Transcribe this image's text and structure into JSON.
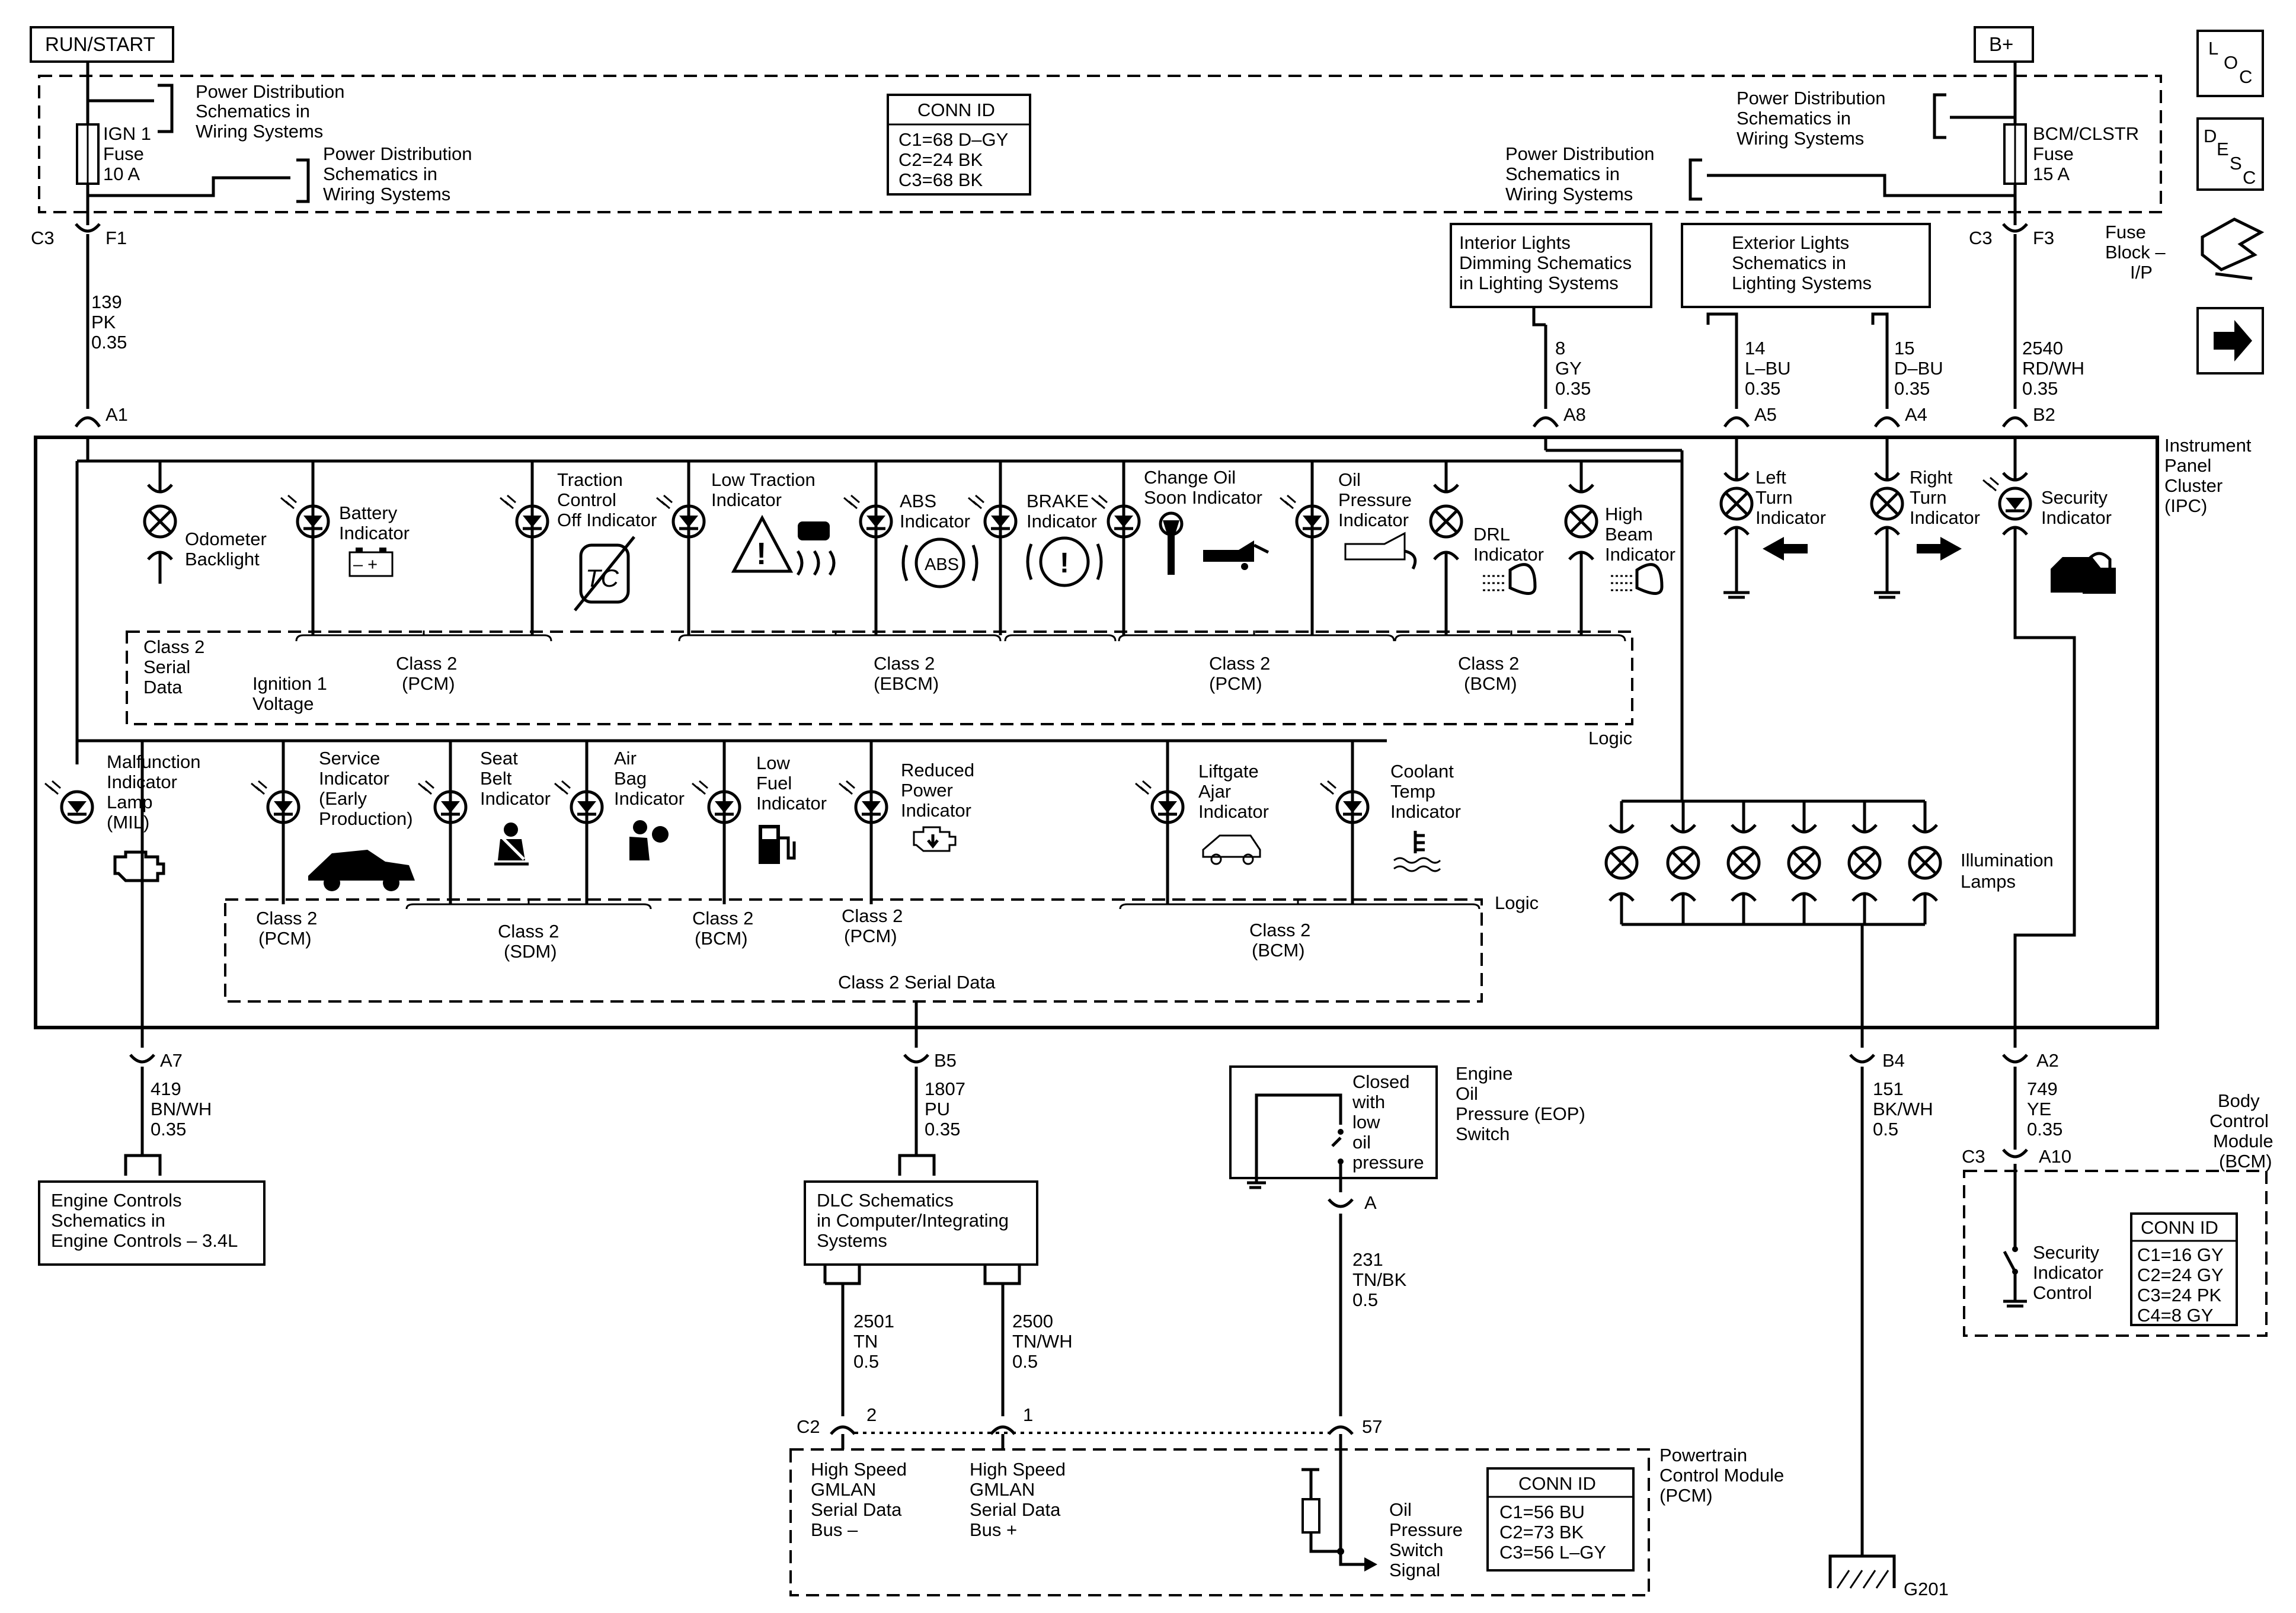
{
  "header": {
    "run_start": "RUN/START",
    "b_plus": "B+"
  },
  "nav_icons": {
    "loc": [
      "L",
      "O",
      "C"
    ],
    "desc": [
      "D",
      "E",
      "S",
      "C"
    ]
  },
  "fuse_block": {
    "label": [
      "Fuse",
      "Block –",
      "I/P"
    ],
    "ign_fuse": [
      "IGN 1",
      "Fuse",
      "10 A"
    ],
    "bcm_fuse": [
      "BCM/CLSTR",
      "Fuse",
      "15 A"
    ],
    "conn_title": "CONN ID",
    "conn_rows": [
      "C1=68 D–GY",
      "C2=24 BK",
      "C3=68 BK"
    ],
    "pd_left_1": [
      "Power Distribution",
      "Schematics in",
      "Wiring Systems"
    ],
    "pd_left_2": [
      "Power Distribution",
      "Schematics in",
      "Wiring Systems"
    ],
    "pd_right_1": [
      "Power Distribution",
      "Schematics in",
      "Wiring Systems"
    ],
    "pd_right_2": [
      "Power Distribution",
      "Schematics in",
      "Wiring Systems"
    ],
    "c3_left": "C3",
    "f1": "F1",
    "c3_right": "C3",
    "f3": "F3"
  },
  "refs": {
    "interior_dimming": [
      "Interior Lights",
      "Dimming Schematics",
      "in Lighting Systems"
    ],
    "exterior_lights": [
      "Exterior Lights",
      "Schematics in",
      "Lighting Systems"
    ],
    "engine_controls": [
      "Engine Controls",
      "Schematics in",
      "Engine Controls – 3.4L"
    ],
    "dlc": [
      "DLC Schematics",
      "in Computer/Integrating",
      "Systems"
    ]
  },
  "wires": {
    "w139": [
      "139",
      "PK",
      "0.35"
    ],
    "w8": [
      "8",
      "GY",
      "0.35"
    ],
    "w14": [
      "14",
      "L–BU",
      "0.35"
    ],
    "w15": [
      "15",
      "D–BU",
      "0.35"
    ],
    "w2540": [
      "2540",
      "RD/WH",
      "0.35"
    ],
    "w419": [
      "419",
      "BN/WH",
      "0.35"
    ],
    "w1807": [
      "1807",
      "PU",
      "0.35"
    ],
    "w151": [
      "151",
      "BK/WH",
      "0.5"
    ],
    "w749": [
      "749",
      "YE",
      "0.35"
    ],
    "w2501": [
      "2501",
      "TN",
      "0.5"
    ],
    "w2500": [
      "2500",
      "TN/WH",
      "0.5"
    ],
    "w231": [
      "231",
      "TN/BK",
      "0.5"
    ]
  },
  "pins": {
    "a1": "A1",
    "a8": "A8",
    "a5": "A5",
    "a4": "A4",
    "b2": "B2",
    "a7": "A7",
    "b5": "B5",
    "b4": "B4",
    "a2": "A2",
    "c3_bcm": "C3",
    "a10": "A10",
    "eop_a": "A",
    "c2": "C2",
    "p2": "2",
    "p1": "1",
    "p57": "57"
  },
  "ipc": {
    "title": [
      "Instrument",
      "Panel",
      "Cluster",
      "(IPC)"
    ],
    "odometer": [
      "Odometer",
      "Backlight"
    ],
    "battery": [
      "Battery",
      "Indicator"
    ],
    "traction": [
      "Traction",
      "Control",
      "Off Indicator"
    ],
    "low_traction": [
      "Low Traction",
      "Indicator"
    ],
    "abs": [
      "ABS",
      "Indicator"
    ],
    "abs_symbol": "ABS",
    "brake": [
      "BRAKE",
      "Indicator"
    ],
    "brake_symbol": "(!)",
    "change_oil": [
      "Change Oil",
      "Soon Indicator"
    ],
    "oil_pressure": [
      "Oil",
      "Pressure",
      "Indicator"
    ],
    "drl": [
      "DRL",
      "Indicator"
    ],
    "high_beam": [
      "High",
      "Beam",
      "Indicator"
    ],
    "left_turn": [
      "Left",
      "Turn",
      "Indicator"
    ],
    "right_turn": [
      "Right",
      "Turn",
      "Indicator"
    ],
    "security": [
      "Security",
      "Indicator"
    ],
    "class2_serial_data": [
      "Class 2",
      "Serial",
      "Data"
    ],
    "ignition1_voltage": [
      "Ignition 1",
      "Voltage"
    ],
    "row1_pcm": [
      "Class 2",
      "(PCM)"
    ],
    "row1_ebcm": [
      "Class 2",
      "(EBCM)"
    ],
    "row1_pcm2": [
      "Class 2",
      "(PCM)"
    ],
    "row1_bcm": [
      "Class 2",
      "(BCM)"
    ],
    "logic_1": "Logic",
    "mil": [
      "Malfunction",
      "Indicator",
      "Lamp",
      "(MIL)"
    ],
    "service": [
      "Service",
      "Indicator",
      "(Early",
      "Production)"
    ],
    "seat_belt": [
      "Seat",
      "Belt",
      "Indicator"
    ],
    "air_bag": [
      "Air",
      "Bag",
      "Indicator"
    ],
    "low_fuel": [
      "Low",
      "Fuel",
      "Indicator"
    ],
    "reduced_power": [
      "Reduced",
      "Power",
      "Indicator"
    ],
    "liftgate": [
      "Liftgate",
      "Ajar",
      "Indicator"
    ],
    "coolant": [
      "Coolant",
      "Temp",
      "Indicator"
    ],
    "illumination": [
      "Illumination",
      "Lamps"
    ],
    "row2_pcm": [
      "Class 2",
      "(PCM)"
    ],
    "row2_sdm": [
      "Class 2",
      "(SDM)"
    ],
    "row2_bcm": [
      "Class 2",
      "(BCM)"
    ],
    "row2_pcm2": [
      "Class 2",
      "(PCM)"
    ],
    "row2_bcm2": [
      "Class 2",
      "(BCM)"
    ],
    "logic_2": "Logic",
    "class2_serial_bottom": "Class 2 Serial Data"
  },
  "eop": {
    "title": [
      "Engine",
      "Oil",
      "Pressure (EOP)",
      "Switch"
    ],
    "note": [
      "Closed",
      "with",
      "low",
      "oil",
      "pressure"
    ]
  },
  "bcm": {
    "title": [
      "Body",
      "Control",
      "Module",
      "(BCM)"
    ],
    "control": [
      "Security",
      "Indicator",
      "Control"
    ],
    "conn_title": "CONN ID",
    "conn_rows": [
      "C1=16 GY",
      "C2=24 GY",
      "C3=24 PK",
      "C4=8 GY"
    ]
  },
  "pcm": {
    "title": [
      "Powertrain",
      "Control Module",
      "(PCM)"
    ],
    "bus_minus": [
      "High Speed",
      "GMLAN",
      "Serial Data",
      "Bus –"
    ],
    "bus_plus": [
      "High Speed",
      "GMLAN",
      "Serial Data",
      "Bus +"
    ],
    "oil_signal": [
      "Oil",
      "Pressure",
      "Switch",
      "Signal"
    ],
    "conn_title": "CONN ID",
    "conn_rows": [
      "C1=56 BU",
      "C2=73 BK",
      "C3=56 L–GY"
    ]
  },
  "ground": "G201"
}
